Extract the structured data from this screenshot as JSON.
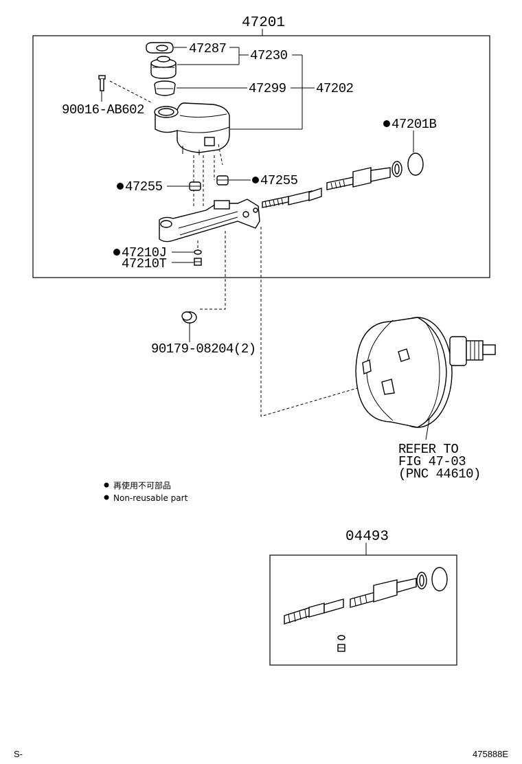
{
  "assembly": {
    "top_number": "47201",
    "kit_number": "04493"
  },
  "callouts": {
    "c47287": "47287",
    "c47230": "47230",
    "c47299": "47299",
    "c47202": "47202",
    "c90016": "90016-AB602",
    "c47201b": "47201B",
    "c47255_left": "47255",
    "c47255_right": "47255",
    "c47210j": "47210J",
    "c47210t": "47210T",
    "c90179": "90179-08204(2)"
  },
  "refer": {
    "line1": "REFER TO",
    "line2": "FIG 47-03",
    "line3": "(PNC 44610)"
  },
  "legend": {
    "jp": "再使用不可部品",
    "en": "Non-reusable part"
  },
  "footer": {
    "left": "S-",
    "right": "475888E"
  }
}
